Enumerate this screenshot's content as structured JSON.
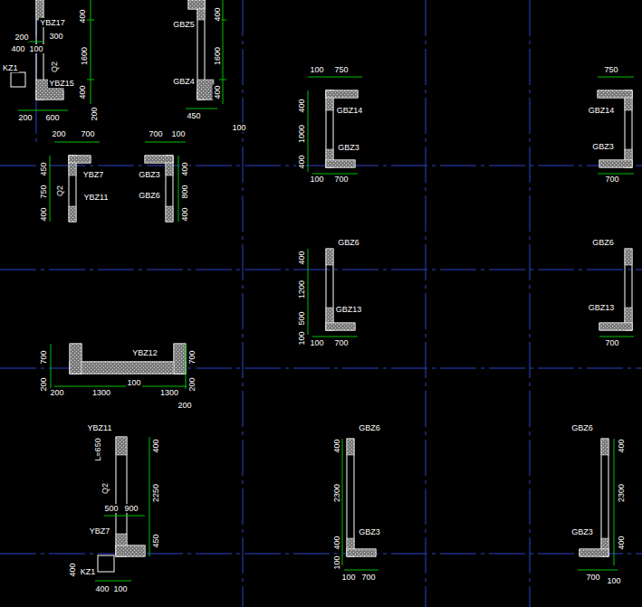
{
  "diagram": {
    "labels": [
      "YBZ17",
      "300",
      "200",
      "400",
      "100",
      "KZ1",
      "Q2",
      "1600",
      "400",
      "400",
      "YBZ15",
      "200",
      "600",
      "200",
      "GBZ5",
      "GBZ4",
      "400",
      "1600",
      "400",
      "450",
      "100",
      "100",
      "750",
      "400",
      "GBZ14",
      "1000",
      "GBZ3",
      "400",
      "100",
      "700",
      "750",
      "GBZ14",
      "GBZ3",
      "700",
      "200",
      "700",
      "450",
      "YBZ7",
      "Q2",
      "750",
      "YBZ11",
      "400",
      "700",
      "100",
      "GBZ3",
      "400",
      "800",
      "GBZ6",
      "400",
      "GBZ6",
      "400",
      "1200",
      "GBZ13",
      "500",
      "100",
      "100",
      "700",
      "GBZ6",
      "GBZ13",
      "700",
      "YBZ12",
      "700",
      "700",
      "200",
      "200",
      "200",
      "1300",
      "100",
      "1300",
      "200",
      "YBZ11",
      "L=650",
      "400",
      "Q2",
      "2250",
      "500",
      "900",
      "YBZ7",
      "450",
      "400",
      "KZ1",
      "400",
      "100",
      "GBZ6",
      "400",
      "2300",
      "400",
      "100",
      "GBZ3",
      "100",
      "700",
      "GBZ6",
      "400",
      "2300",
      "400",
      "GBZ3",
      "700",
      "100"
    ]
  }
}
